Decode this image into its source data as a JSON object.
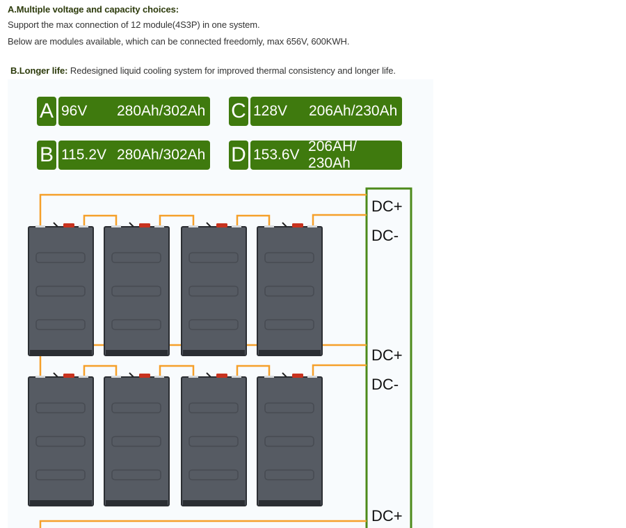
{
  "intro": {
    "heading_a": "A.Multiple voltage and capacity choices:",
    "line_1": "Support the max connection of 12 module(4S3P) in one system.",
    "line_2": "Below are modules available, which can be connected freedomly, max 656V, 600KWH.",
    "heading_b": "B.Longer life:",
    "line_b": " Redesigned liquid cooling system for improved thermal consistency and longer life."
  },
  "modules": [
    {
      "letter": "A",
      "voltage": "96V",
      "capacity": "280Ah/302Ah"
    },
    {
      "letter": "B",
      "voltage": "115.2V",
      "capacity": "280Ah/302Ah"
    },
    {
      "letter": "C",
      "voltage": "128V",
      "capacity": "206Ah/230Ah"
    },
    {
      "letter": "D",
      "voltage": "153.6V",
      "capacity": "206AH/ 230Ah"
    }
  ],
  "terminals": {
    "row1_pos": "DC+",
    "row1_neg": "DC-",
    "row2_pos": "DC+",
    "row2_neg": "DC-",
    "row3_pos": "DC+"
  },
  "colors": {
    "heading": "#2d3b0c",
    "badge_green": "#3f7a0e",
    "cable_orange": "#f5a02a",
    "bus_green": "#4d8a1a",
    "module_gray": "#565b63"
  }
}
